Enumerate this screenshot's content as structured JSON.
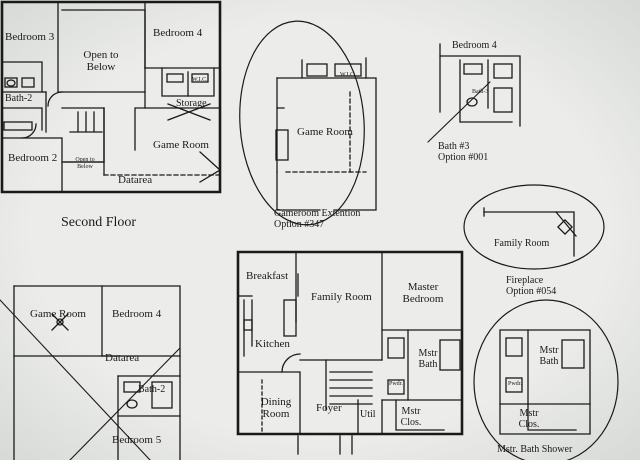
{
  "sheet": {
    "background": "#e7e9e7",
    "ink": "#1a1a1a"
  },
  "second_floor": {
    "caption": "Second Floor",
    "rooms": {
      "bedroom3": "Bedroom 3",
      "open_to_below": "Open to\nBelow",
      "bedroom4": "Bedroom 4",
      "wic": "W.I.C.",
      "bath2": "Bath-2",
      "storage": "Storage",
      "bedroom2": "Bedroom 2",
      "open_to_below_small": "Open to\nBelow",
      "game_room": "Game Room",
      "datarea": "Datarea"
    }
  },
  "gameroom_option": {
    "room": "Game Room",
    "wic": "W.I.C.",
    "caption": "Gameroom Extention\nOption #347"
  },
  "bath3_option": {
    "bedroom4": "Bedroom 4",
    "bath3": "Bath-3",
    "caption": "Bath #3\nOption #001"
  },
  "fireplace_option": {
    "room": "Family Room",
    "caption": "Fireplace\nOption #054"
  },
  "first_floor": {
    "rooms": {
      "breakfast": "Breakfast",
      "family_room": "Family Room",
      "master_bedroom": "Master\nBedroom",
      "kitchen": "Kitchen",
      "mstr_bath": "Mstr\nBath",
      "pwdr": "Pwdr.",
      "dining_room": "Dining\nRoom",
      "foyer": "Foyer",
      "util": "Util",
      "mstr_clos": "Mstr\nClos."
    }
  },
  "alt_second_floor": {
    "rooms": {
      "game_room": "Game Room",
      "bedroom4": "Bedroom 4",
      "datarea": "Datarea",
      "bath2": "Bath-2",
      "bedroom5": "Bedroom 5"
    }
  },
  "shower_option": {
    "mstr_bath": "Mstr\nBath",
    "pwdr": "Pwdr.",
    "mstr_clos": "Mstr\nClos.",
    "caption": "Mstr. Bath Shower"
  }
}
